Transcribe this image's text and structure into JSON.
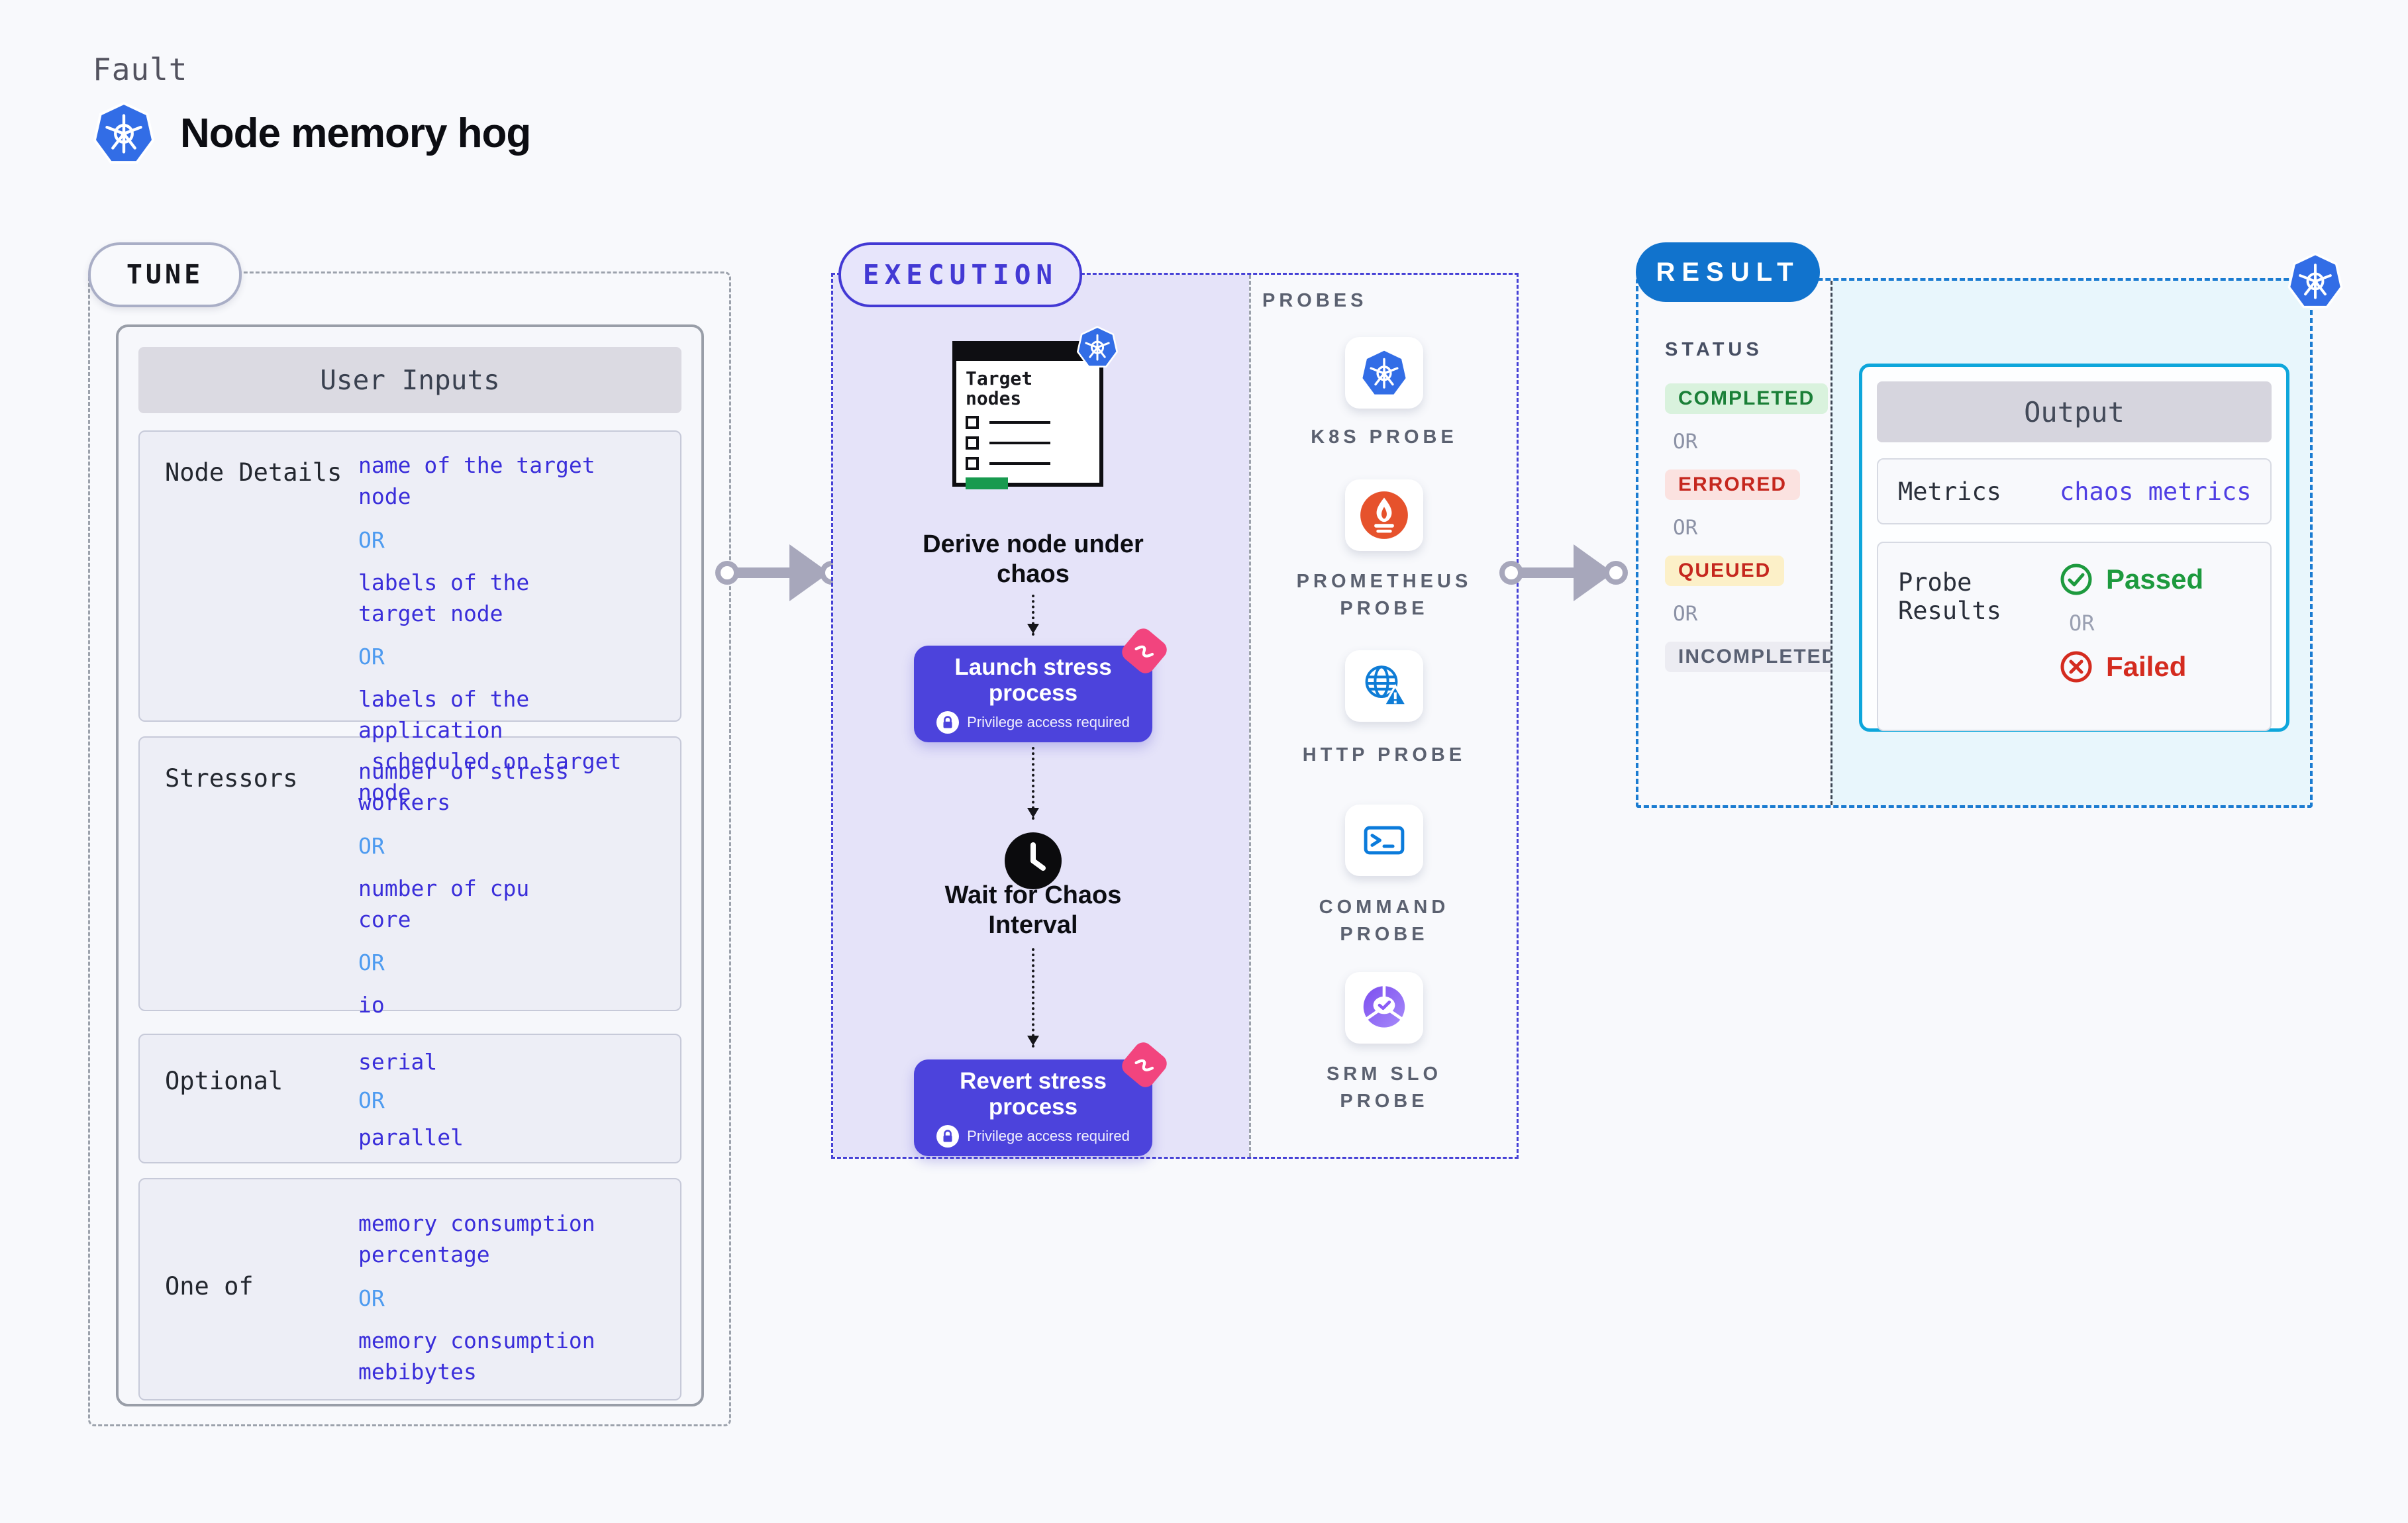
{
  "header": {
    "eyebrow": "Fault",
    "title": "Node memory hog",
    "logo_icon": "kubernetes-icon"
  },
  "tune": {
    "tag": "TUNE",
    "card_title": "User Inputs",
    "rows": [
      {
        "label": "Node Details",
        "values": [
          "name of the target\nnode",
          "OR",
          "labels of the\ntarget node",
          "OR",
          "labels of the application\n scheduled on target node"
        ]
      },
      {
        "label": "Stressors",
        "values": [
          "number of stress\nworkers",
          "OR",
          "number of cpu\ncore",
          "OR",
          "io"
        ]
      },
      {
        "label": "Optional",
        "values": [
          "serial",
          "OR",
          "parallel"
        ]
      },
      {
        "label": "One of",
        "values": [
          "memory consumption\npercentage",
          "OR",
          "memory consumption\nmebibytes"
        ]
      }
    ]
  },
  "execution": {
    "tag": "EXECUTION",
    "window_title": "Target\nnodes",
    "window_icon": "kubernetes-icon",
    "derive_caption": "Derive node under\nchaos",
    "launch_label": "Launch stress\nprocess",
    "privilege_note": "Privilege access required",
    "wait_caption": "Wait for Chaos\nInterval",
    "revert_label": "Revert stress\nprocess",
    "probes_title": "PROBES",
    "probes": [
      {
        "label": "K8S PROBE",
        "icon": "kubernetes-icon"
      },
      {
        "label": "PROMETHEUS\nPROBE",
        "icon": "prometheus-icon"
      },
      {
        "label": "HTTP PROBE",
        "icon": "http-globe-icon"
      },
      {
        "label": "COMMAND\nPROBE",
        "icon": "terminal-icon"
      },
      {
        "label": "SRM SLO\nPROBE",
        "icon": "slo-pie-icon"
      }
    ]
  },
  "result": {
    "tag": "RESULT",
    "status_title": "STATUS",
    "statuses": [
      "COMPLETED",
      "OR",
      "ERRORED",
      "OR",
      "QUEUED",
      "OR",
      "INCOMPLETED"
    ],
    "corner_icon": "kubernetes-icon",
    "output": {
      "title": "Output",
      "metrics_label": "Metrics",
      "metrics_value": "chaos metrics",
      "probe_results_label": "Probe\nResults",
      "passed": "Passed",
      "or": "OR",
      "failed": "Failed"
    }
  },
  "colors": {
    "accent_indigo": "#4C43DC",
    "accent_blue": "#1173CD",
    "accent_cyan": "#0EA6DB",
    "kubernetes_blue": "#326DE6",
    "prometheus_orange": "#E6522C",
    "litmus_pink": "#F2447E",
    "status_completed": "#1A7F37",
    "status_errored": "#C5271E",
    "status_queued": "#C5271E",
    "status_incompleted": "#5A6173",
    "value_indigo": "#3A2EDA",
    "or_blue": "#4E9BF0"
  }
}
